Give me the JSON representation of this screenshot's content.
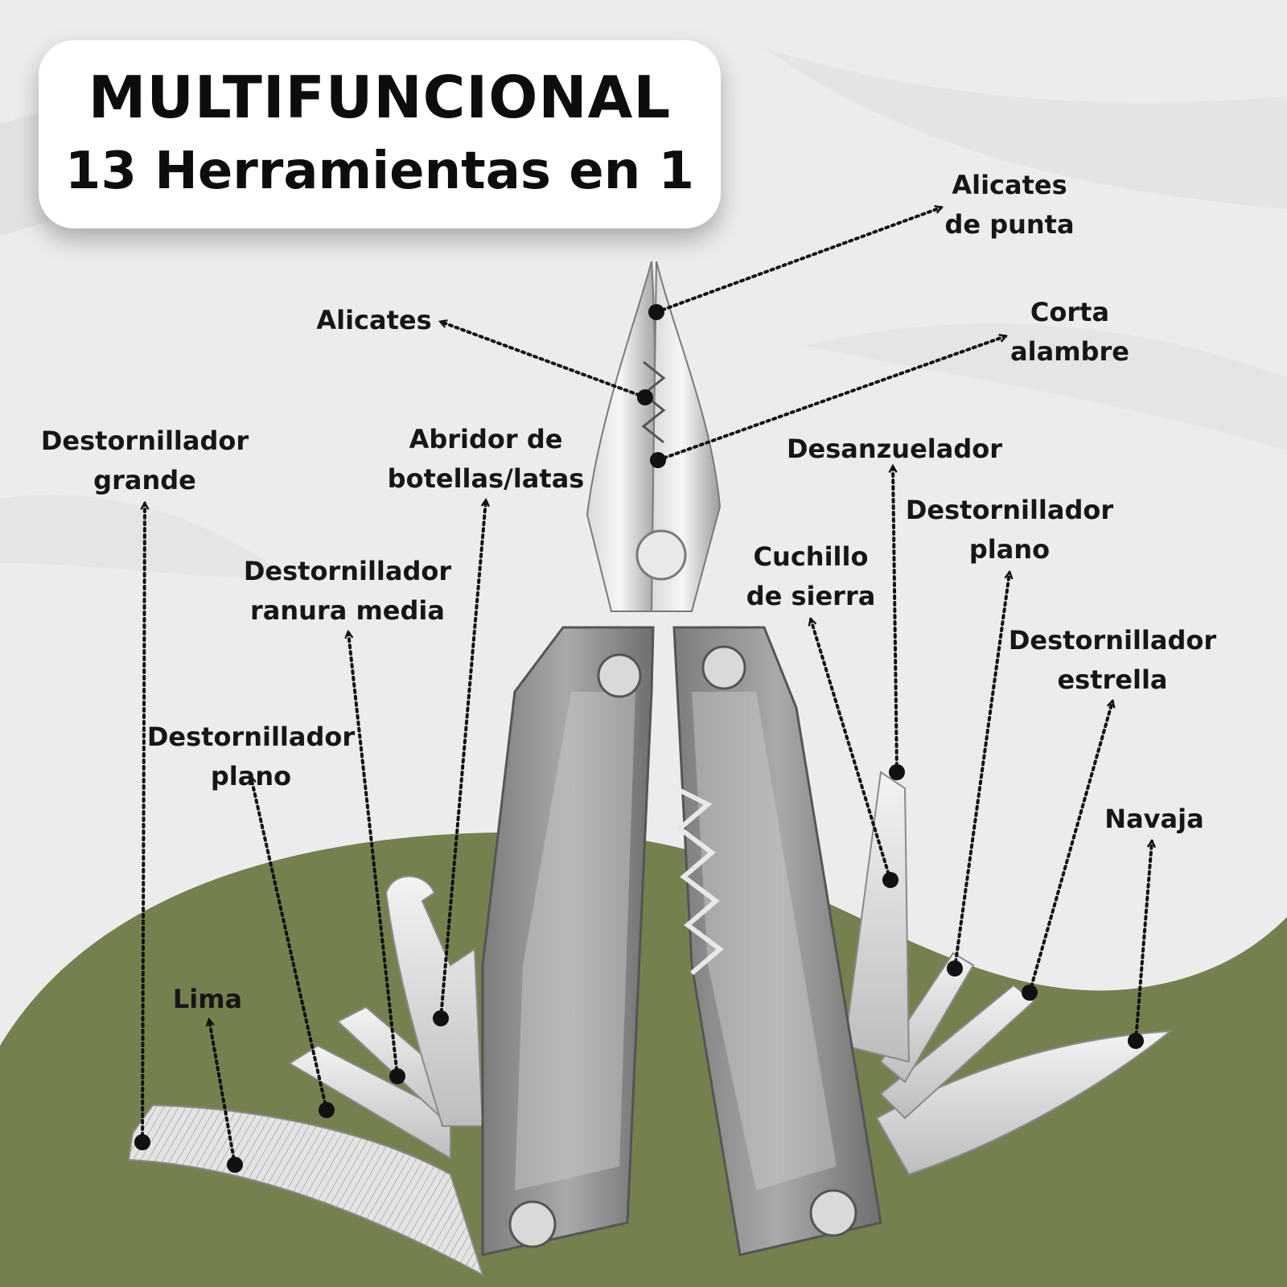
{
  "title": {
    "line1": "MULTIFUNCIONAL",
    "line2": "13 Herramientas en 1"
  },
  "colors": {
    "background": "#ececec",
    "hill": "#75804f",
    "text": "#161616",
    "leader": "#111111",
    "steel_light": "#e6e6e6",
    "steel_dark": "#8e8e8e"
  },
  "labels": [
    {
      "id": "alicates-de-punta",
      "lines": [
        "Alicates",
        "de punta"
      ]
    },
    {
      "id": "alicates",
      "lines": [
        "Alicates"
      ]
    },
    {
      "id": "corta-alambre",
      "lines": [
        "Corta",
        "alambre"
      ]
    },
    {
      "id": "destornillador-grande",
      "lines": [
        "Destornillador",
        "grande"
      ]
    },
    {
      "id": "abridor-botellas",
      "lines": [
        "Abridor de",
        "botellas/latas"
      ]
    },
    {
      "id": "desanzuelador",
      "lines": [
        "Desanzuelador"
      ]
    },
    {
      "id": "destornillador-plano-derecha",
      "lines": [
        "Destornillador",
        "plano"
      ]
    },
    {
      "id": "destornillador-ranura-media",
      "lines": [
        "Destornillador",
        "ranura media"
      ]
    },
    {
      "id": "cuchillo-sierra",
      "lines": [
        "Cuchillo",
        "de sierra"
      ]
    },
    {
      "id": "destornillador-estrella",
      "lines": [
        "Destornillador",
        "estrella"
      ]
    },
    {
      "id": "destornillador-plano-izquierda",
      "lines": [
        "Destornillador",
        "plano"
      ]
    },
    {
      "id": "navaja",
      "lines": [
        "Navaja"
      ]
    },
    {
      "id": "lima",
      "lines": [
        "Lima"
      ]
    }
  ]
}
